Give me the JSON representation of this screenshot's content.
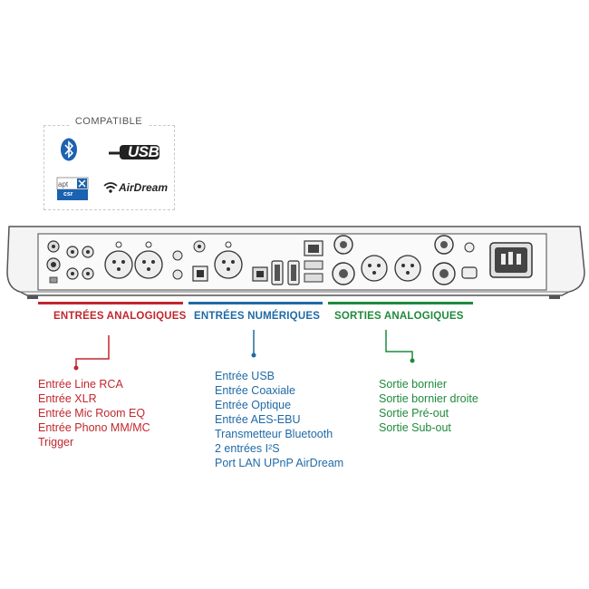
{
  "compat": {
    "title": "COMPATIBLE",
    "logos": {
      "bluetooth": "bluetooth-icon",
      "usb": "USB",
      "aptx_label": "apt X",
      "aptx_sub": "csr",
      "airdream": "AirDream"
    }
  },
  "colors": {
    "red": "#c0272d",
    "blue": "#1f6aa6",
    "green": "#1f8a3c"
  },
  "sections": {
    "analog_in": {
      "title": "ENTRÉES ANALOGIQUES",
      "items": [
        "Entrée Line RCA",
        "Entrée XLR",
        "Entrée Mic Room EQ",
        "Entrée Phono MM/MC",
        "Trigger"
      ]
    },
    "digital_in": {
      "title": "ENTRÉES NUMÉRIQUES",
      "items": [
        "Entrée USB",
        "Entrée Coaxiale",
        "Entrée Optique",
        "Entrée AES-EBU",
        "Transmetteur Bluetooth",
        "2 entrées I²S",
        "Port LAN UPnP AirDream"
      ]
    },
    "analog_out": {
      "title": "SORTIES ANALOGIQUES",
      "items": [
        "Sortie bornier",
        "Sortie bornier droite",
        "Sortie Pré-out",
        "Sortie Sub-out"
      ]
    }
  }
}
